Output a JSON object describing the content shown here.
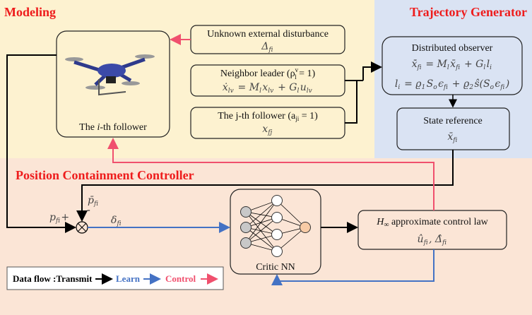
{
  "sections": {
    "modeling": "Modeling",
    "trajectory": "Trajectory Generator",
    "controller": "Position Containment Controller"
  },
  "drone_box": {
    "label_pre": "The ",
    "label_i": "i",
    "label_post": "-th follower"
  },
  "disturbance": {
    "title": "Unknown external disturbance",
    "formula": [
      [
        "Δ",
        ""
      ],
      [
        "",
        "fi"
      ]
    ]
  },
  "neighbor": {
    "title": "Neighbor leader (ρ",
    "title_sup": "v",
    "title_sub": "l",
    "title_post": " = 1)",
    "formula": [
      [
        "ẋ",
        "lv"
      ],
      [
        " = M",
        "l"
      ],
      [
        "x",
        "lv"
      ],
      [
        " + G",
        "l"
      ],
      [
        "u",
        "lv"
      ]
    ]
  },
  "jth": {
    "title": "The j-th follower (a",
    "title_sub": "ji",
    "title_post": " = 1)",
    "formula": [
      [
        "x",
        "fj"
      ]
    ]
  },
  "observer": {
    "title": "Distributed observer",
    "formula1": [
      [
        "x̄̇",
        "fi"
      ],
      [
        " = M",
        "l"
      ],
      [
        "x̄",
        "fi"
      ],
      [
        " + G",
        "l"
      ],
      [
        "l",
        "i"
      ]
    ],
    "formula2": [
      [
        "l",
        "i"
      ],
      [
        " = ϱ",
        "1"
      ],
      [
        "S",
        "o"
      ],
      [
        "ϵ",
        "fi"
      ],
      [
        " + ϱ",
        "2"
      ],
      [
        "ŝ(S",
        "o"
      ],
      [
        "ϵ",
        "fi"
      ],
      [
        ")",
        ""
      ]
    ]
  },
  "state_ref": {
    "title": "State reference",
    "formula": [
      [
        "x̄",
        "fi"
      ]
    ]
  },
  "critic": {
    "label": "Critic NN"
  },
  "control_law": {
    "title": "H",
    "title_sub": "∞",
    "title_post": " approximate control law",
    "formula": [
      [
        "û",
        "fi"
      ],
      [
        ", Δ̂",
        "fi"
      ]
    ]
  },
  "signals": {
    "p": [
      [
        "p",
        "fi"
      ],
      [
        "+",
        ""
      ]
    ],
    "pbar": [
      [
        "p̄",
        "fi"
      ]
    ],
    "minus": "-",
    "delta": [
      [
        "δ",
        "fi"
      ]
    ]
  },
  "legend": {
    "prefix": "Data flow :",
    "transmit": "Transmit",
    "learn": "Learn",
    "control": "Control"
  },
  "colors": {
    "modeling_bg": "#fdf2d0",
    "trajectory_bg": "#dae3f3",
    "controller_bg": "#fbe5d6",
    "transmit": "#000000",
    "learn": "#4472c4",
    "control": "#f0506e",
    "title": "#ee1c1c"
  }
}
